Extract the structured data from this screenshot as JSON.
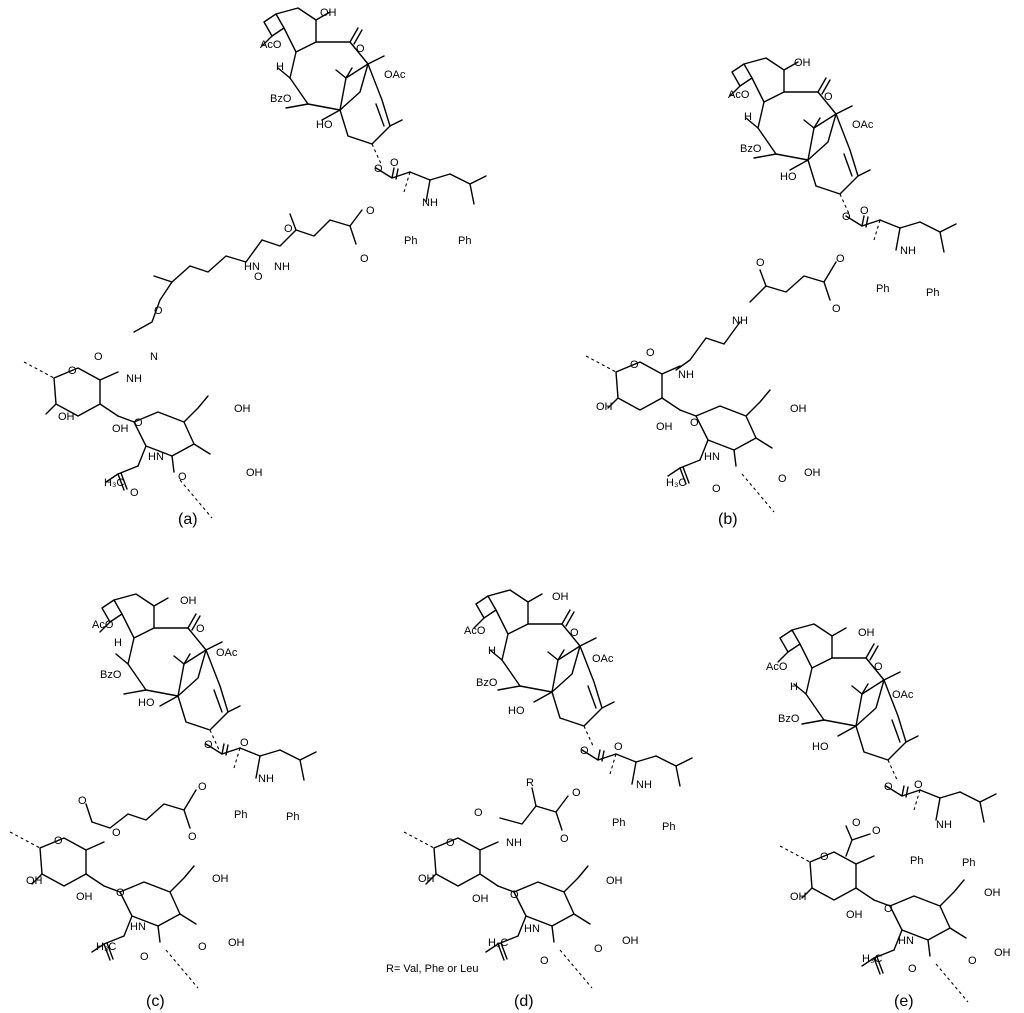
{
  "panels": [
    {
      "id": "a",
      "label": "(a)",
      "taxol": {
        "oh_top": "OH",
        "aco": "AcO",
        "h": "H",
        "oac": "OAc",
        "bzo": "BzO",
        "ho": "HO",
        "o_ketone": "O"
      },
      "side_chain": {
        "nh": "NH",
        "ph": "Ph",
        "ph_benzoyl": "Ph",
        "o1": "O",
        "o2": "O",
        "o3": "O"
      },
      "linker": [
        "O",
        "O",
        "O",
        "HN",
        "NH",
        "O",
        "O",
        "NH",
        "N"
      ],
      "sugar": {
        "oh1": "OH",
        "oh2": "OH",
        "oh3": "OH",
        "oh4": "OH",
        "hn": "HN",
        "h3c": "H₃C",
        "o_ring": "O",
        "o_link": "O",
        "o_acetyl": "O",
        "o_bottom": "O"
      }
    },
    {
      "id": "b",
      "label": "(b)",
      "taxol": {
        "oh_top": "OH",
        "aco": "AcO",
        "h": "H",
        "oac": "OAc",
        "bzo": "BzO",
        "ho": "HO",
        "o_ketone": "O"
      },
      "side_chain": {
        "nh": "NH",
        "ph": "Ph",
        "ph_benzoyl": "Ph",
        "o1": "O",
        "o2": "O",
        "o3": "O"
      },
      "linker": [
        "O",
        "O",
        "O",
        "NH",
        "NH"
      ],
      "sugar": {
        "oh1": "OH",
        "oh2": "OH",
        "oh3": "OH",
        "oh4": "OH",
        "hn": "HN",
        "h3c": "H₃C",
        "o_ring": "O",
        "o_link": "O",
        "o_acetyl": "O",
        "o_bottom": "O"
      }
    },
    {
      "id": "c",
      "label": "(c)",
      "taxol": {
        "oh_top": "OH",
        "aco": "AcO",
        "h": "H",
        "oac": "OAc",
        "bzo": "BzO",
        "ho": "HO",
        "o_ketone": "O"
      },
      "side_chain": {
        "nh": "NH",
        "ph": "Ph",
        "ph_benzoyl": "Ph",
        "o1": "O",
        "o2": "O",
        "o3": "O"
      },
      "linker": [
        "O",
        "O",
        "O"
      ],
      "sugar": {
        "oh1": "OH",
        "oh2": "OH",
        "oh3": "OH",
        "oh4": "OH",
        "hn": "HN",
        "h3c": "H₃C",
        "o_ring": "O",
        "o_link": "O",
        "o_acetyl": "O",
        "o_bottom": "O"
      }
    },
    {
      "id": "d",
      "label": "(d)",
      "taxol": {
        "oh_top": "OH",
        "aco": "AcO",
        "h": "H",
        "oac": "OAc",
        "bzo": "BzO",
        "ho": "HO",
        "o_ketone": "O"
      },
      "side_chain": {
        "nh": "NH",
        "ph": "Ph",
        "ph_benzoyl": "Ph",
        "o1": "O",
        "o2": "O",
        "o3": "O"
      },
      "linker": [
        "R",
        "O",
        "O",
        "NH"
      ],
      "sugar": {
        "oh1": "OH",
        "oh2": "OH",
        "oh3": "OH",
        "oh4": "OH",
        "hn": "HN",
        "h3c": "H₃C",
        "o_ring": "O",
        "o_link": "O",
        "o_acetyl": "O",
        "o_bottom": "O"
      },
      "note": "R= Val, Phe or Leu"
    },
    {
      "id": "e",
      "label": "(e)",
      "taxol": {
        "oh_top": "OH",
        "aco": "AcO",
        "h": "H",
        "oac": "OAc",
        "bzo": "BzO",
        "ho": "HO",
        "o_ketone": "O"
      },
      "side_chain": {
        "nh": "NH",
        "ph": "Ph",
        "ph_benzoyl": "Ph",
        "o1": "O",
        "o2": "O",
        "o3": "O"
      },
      "linker": [
        "O"
      ],
      "sugar": {
        "oh1": "OH",
        "oh2": "OH",
        "oh3": "OH",
        "oh4": "OH",
        "hn": "HN",
        "h3c": "H₃C",
        "o_ring": "O",
        "o_link": "O",
        "o_acetyl": "O",
        "o_bottom": "O"
      }
    }
  ]
}
